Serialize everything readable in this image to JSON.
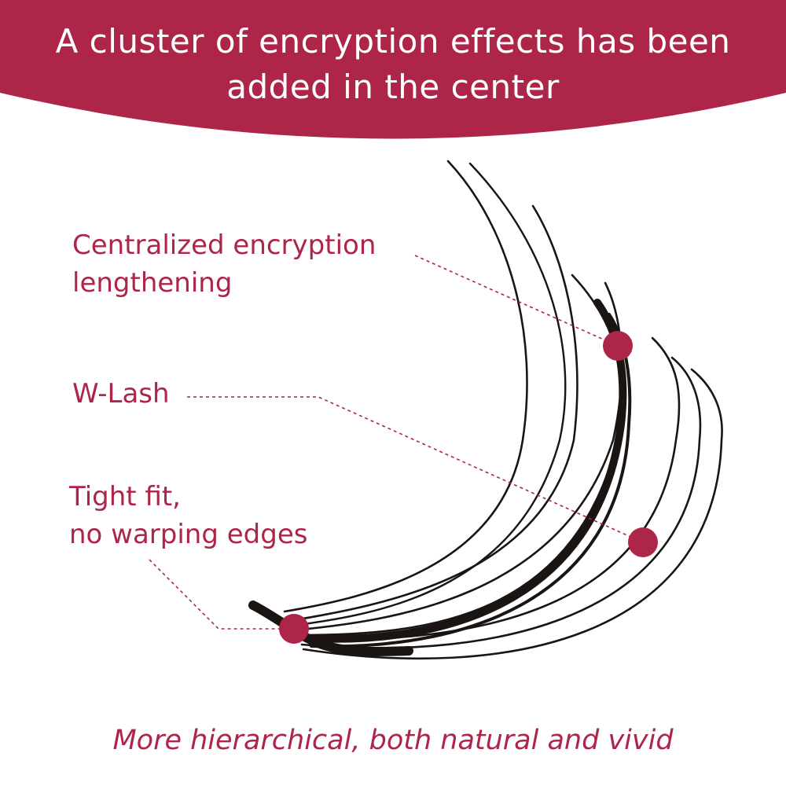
{
  "colors": {
    "brand": "#ad2548",
    "lash": "#1a1512",
    "background": "#ffffff"
  },
  "header": {
    "title": "A cluster of encryption effects has\nbeen added in the center"
  },
  "callouts": [
    {
      "id": "centralized",
      "text": "Centralized encryption\nlengthening"
    },
    {
      "id": "wlash",
      "text": "W-Lash"
    },
    {
      "id": "tight",
      "text": "Tight fit,\nno warping edges"
    }
  ],
  "footer": {
    "slogan": "More hierarchical, both natural and vivid"
  }
}
